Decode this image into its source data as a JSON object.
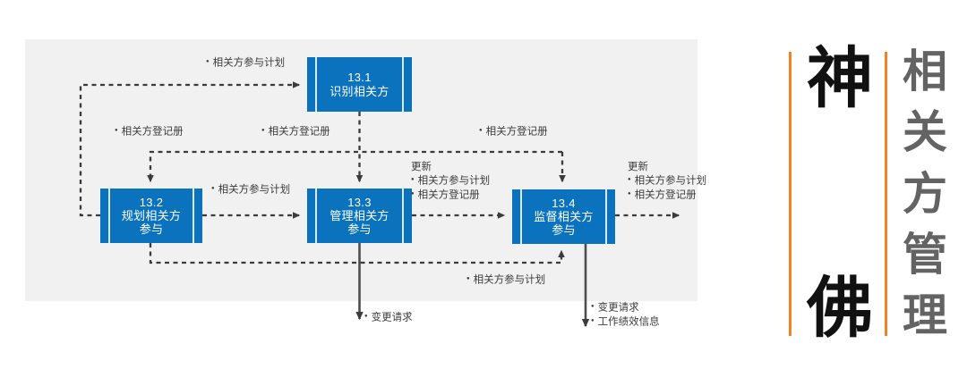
{
  "diagram": {
    "title_panel": {
      "accent_color": "#f4821f",
      "big_chars": [
        "神",
        "佛"
      ],
      "sub_chars": [
        "相",
        "关",
        "方",
        "管",
        "理"
      ],
      "big_text": "神佛",
      "sub_text": "相关方管理"
    },
    "panel_bg": "#f1f1f1",
    "box_color": "#0b72bd",
    "processes": [
      {
        "id": "13.1",
        "number": "13.1",
        "name": "识别相关方"
      },
      {
        "id": "13.2",
        "number": "13.2",
        "name": "规划相关方\n参与"
      },
      {
        "id": "13.3",
        "number": "13.3",
        "name": "管理相关方\n参与"
      },
      {
        "id": "13.4",
        "number": "13.4",
        "name": "监督相关方\n参与"
      }
    ],
    "flow_labels": {
      "a": {
        "items": [
          "相关方参与计划"
        ]
      },
      "b": {
        "items": [
          "相关方登记册"
        ]
      },
      "c": {
        "items": [
          "相关方登记册"
        ]
      },
      "d": {
        "items": [
          "相关方登记册"
        ]
      },
      "e": {
        "items": [
          "相关方参与计划"
        ]
      },
      "f": {
        "header": "更新",
        "items": [
          "相关方参与计划",
          "相关方登记册"
        ]
      },
      "g": {
        "header": "更新",
        "items": [
          "相关方参与计划",
          "相关方登记册"
        ]
      },
      "h": {
        "items": [
          "相关方参与计划"
        ]
      },
      "i": {
        "items": [
          "变更请求"
        ]
      },
      "j": {
        "items": [
          "变更请求",
          "工作绩效信息"
        ]
      }
    }
  }
}
